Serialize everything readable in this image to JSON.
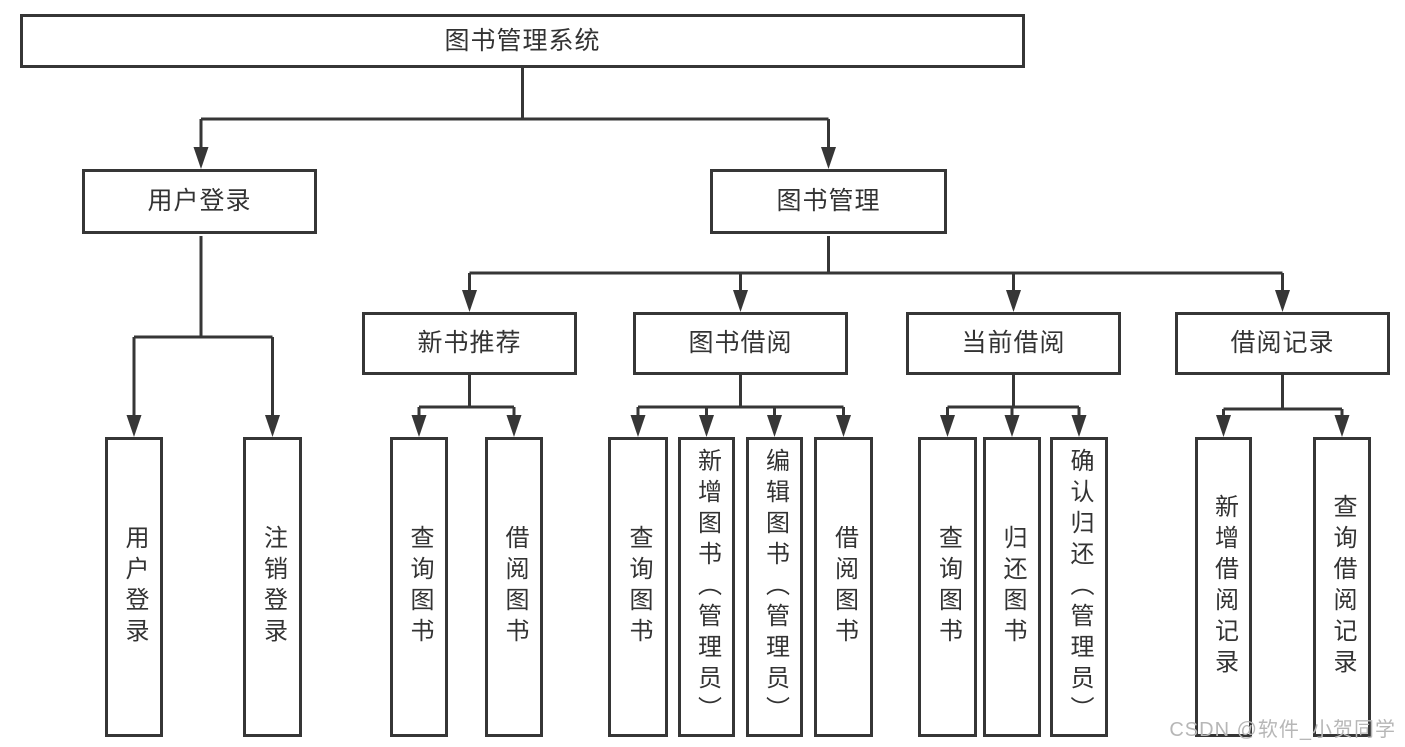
{
  "diagram": {
    "root": {
      "label": "图书管理系统"
    },
    "branches": [
      {
        "label": "用户登录",
        "children": [
          {
            "label": "用户登录"
          },
          {
            "label": "注销登录"
          }
        ]
      },
      {
        "label": "图书管理",
        "children": [
          {
            "label": "新书推荐",
            "children": [
              {
                "label": "查询图书"
              },
              {
                "label": "借阅图书"
              }
            ]
          },
          {
            "label": "图书借阅",
            "children": [
              {
                "label": "查询图书"
              },
              {
                "label": "新增图书（管理员）"
              },
              {
                "label": "编辑图书（管理员）"
              },
              {
                "label": "借阅图书"
              }
            ]
          },
          {
            "label": "当前借阅",
            "children": [
              {
                "label": "查询图书"
              },
              {
                "label": "归还图书"
              },
              {
                "label": "确认归还（管理员）"
              }
            ]
          },
          {
            "label": "借阅记录",
            "children": [
              {
                "label": "新增借阅记录"
              },
              {
                "label": "查询借阅记录"
              }
            ]
          }
        ]
      }
    ],
    "colors": {
      "line": "#363636",
      "text": "#333333",
      "background": "#ffffff",
      "watermark_text": "#b7b7b7"
    }
  },
  "watermark": {
    "text": "CSDN @软件_小贺同学"
  }
}
